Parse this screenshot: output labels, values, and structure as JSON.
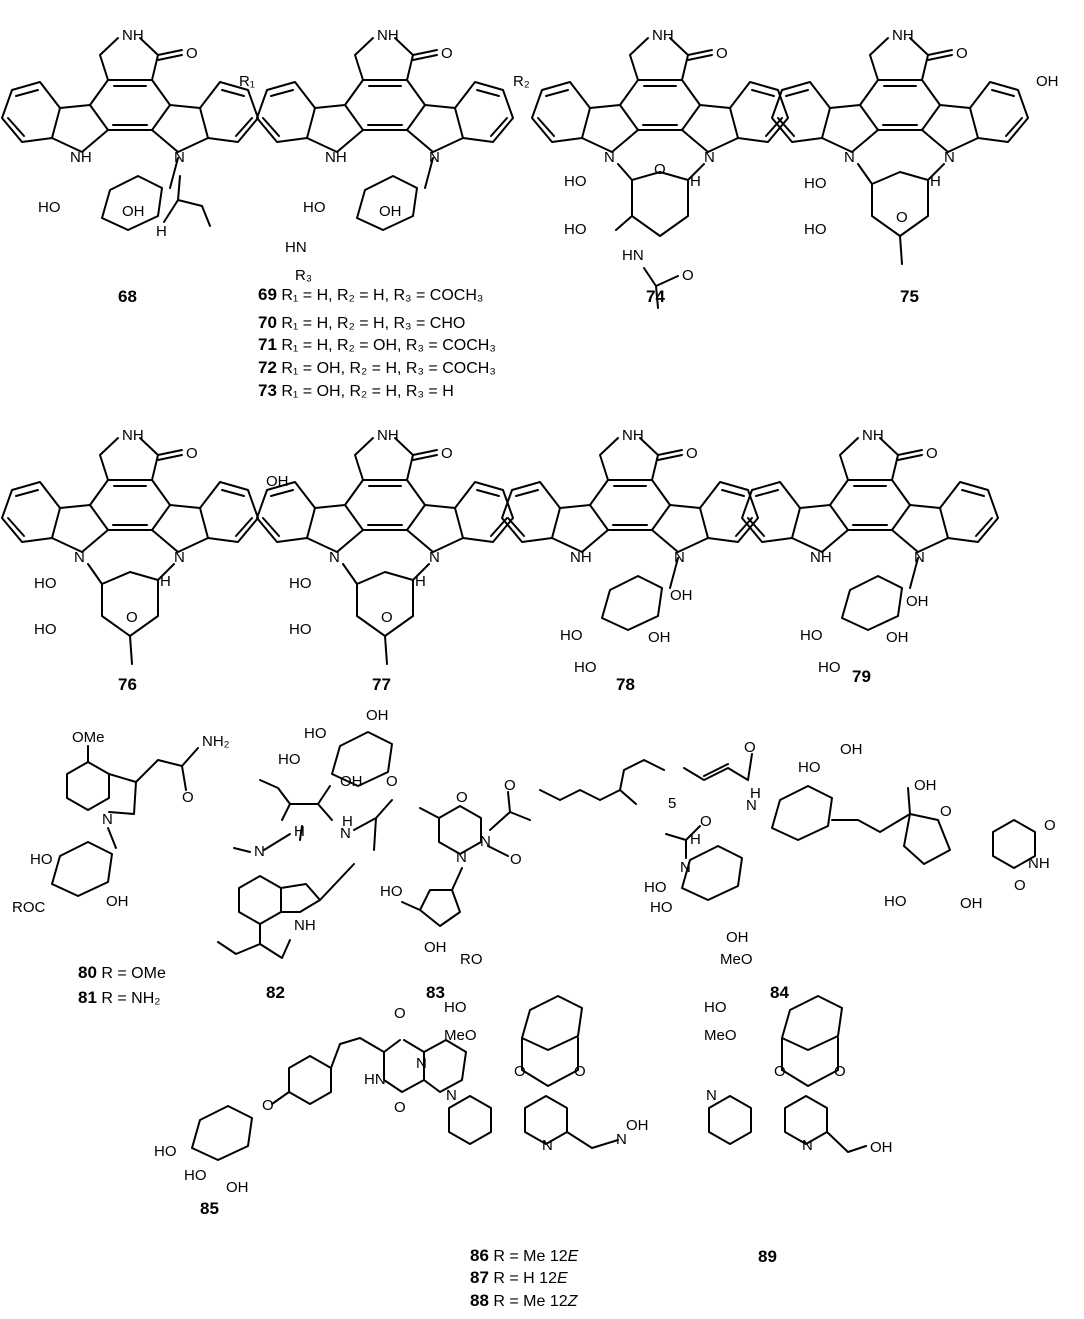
{
  "figure": {
    "compounds": [
      {
        "id": "68",
        "atoms": {
          "nh": "NH",
          "o": "O",
          "h": "H",
          "n": "N",
          "ho": "HO",
          "oh": "OH"
        }
      },
      {
        "id": "69",
        "label": "69",
        "caption": "R₁ = H, R₂ = H, R₃ = COCH₃",
        "atoms": {
          "r1": "R₁",
          "r2": "R₂",
          "r3": "R₃"
        }
      },
      {
        "id": "70",
        "label": "70",
        "caption": "R₁ = H, R₂ = H, R₃ = CHO"
      },
      {
        "id": "71",
        "label": "71",
        "caption": "R₁ = H, R₂ = OH, R₃ = COCH₃"
      },
      {
        "id": "72",
        "label": "72",
        "caption": "R₁ = OH, R₂ = H, R₃ = COCH₃"
      },
      {
        "id": "73",
        "label": "73",
        "caption": "R₁ = OH, R₂ = H, R₃ = H"
      },
      {
        "id": "74",
        "label": "74"
      },
      {
        "id": "75",
        "label": "75"
      },
      {
        "id": "76",
        "label": "76"
      },
      {
        "id": "77",
        "label": "77"
      },
      {
        "id": "78",
        "label": "78"
      },
      {
        "id": "79",
        "label": "79"
      },
      {
        "id": "80",
        "label": "80",
        "caption": "R = OMe",
        "atoms": {
          "ome": "OMe",
          "nh2": "NH₂",
          "roc": "ROC"
        }
      },
      {
        "id": "81",
        "label": "81",
        "caption": "R = NH₂"
      },
      {
        "id": "82",
        "label": "82"
      },
      {
        "id": "83",
        "label": "83"
      },
      {
        "id": "84",
        "label": "84",
        "atoms": {
          "n5": "5"
        }
      },
      {
        "id": "85",
        "label": "85"
      },
      {
        "id": "86",
        "label": "86",
        "caption_html": "R = Me 12<i>E</i>",
        "atoms": {
          "ro": "RO",
          "meo": "MeO"
        }
      },
      {
        "id": "87",
        "label": "87",
        "caption_html": "R = H 12<i>E</i>"
      },
      {
        "id": "88",
        "label": "88",
        "caption_html": "R = Me 12<i>Z</i>"
      },
      {
        "id": "89",
        "label": "89",
        "atoms": {
          "meo": "MeO"
        }
      }
    ]
  }
}
